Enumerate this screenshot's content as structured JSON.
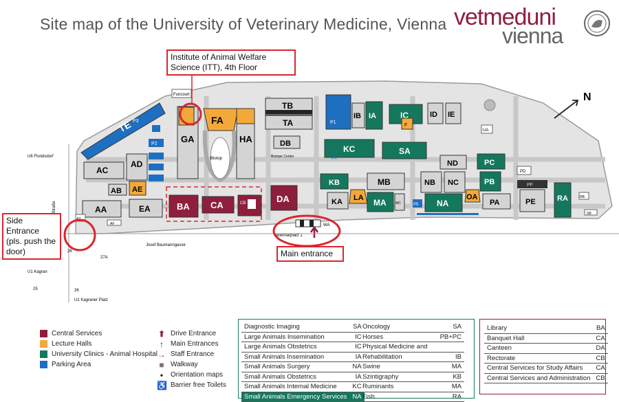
{
  "header": {
    "title": "Site map of the University of Veterinary Medicine, Vienna",
    "logo_line1": "vetmeduni",
    "logo_line2": "vienna"
  },
  "colors": {
    "central": "#8e1f3c",
    "lecture": "#f3a93a",
    "clinic": "#15785e",
    "parking": "#1f6fc1",
    "walkway": "#c8c8c8",
    "callout": "#d8262e"
  },
  "callouts": {
    "institute": "Institute of Animal Welfare Science (ITT), 4th Floor",
    "side_entrance": "Side Entrance (pls. push the door)",
    "main_entrance": "Main entrance"
  },
  "map": {
    "north": "N",
    "streets": {
      "funcourt": "Funcourt",
      "biotop": "Biotop",
      "biotope_center": "Biotope Center",
      "veterinarplatz": "Veterinärplatz 1",
      "baumann": "Josef Baumanngasse",
      "donaufelder": "Donaufelder Straße",
      "u6": "U6 Floridsdorf",
      "u1_kagran": "U1 Kagran",
      "u1_kagraner_platz": "U1 Kagraner Platz",
      "bus27": "27A",
      "bus25": "25",
      "bus26a": "26",
      "bus26b": "26"
    },
    "buildings": {
      "TE": "TE",
      "P3": "P3",
      "P2": "P2",
      "P1": "P1",
      "P4": "P4",
      "P5": "P5",
      "GA": "GA",
      "FA": "FA",
      "HA": "HA",
      "TB": "TB",
      "TA": "TA",
      "DB": "DB",
      "IB": "IB",
      "IA": "IA",
      "IC": "IC",
      "ID": "ID",
      "IE": "IE",
      "F": "F",
      "UA": "UA",
      "KC": "KC",
      "SA": "SA",
      "ND": "ND",
      "PC": "PC",
      "PD": "PD",
      "NB": "NB",
      "NC": "NC",
      "PB": "PB",
      "PF": "PF",
      "RA": "RA",
      "RB": "RB",
      "KB": "KB",
      "MB": "MB",
      "KA": "KA",
      "LA": "LA",
      "MA": "MA",
      "MC": "MC",
      "NA": "NA",
      "OA": "OA",
      "PA": "PA",
      "PE": "PE",
      "DA": "DA",
      "WA": "WA",
      "AC": "AC",
      "AD": "AD",
      "AB": "AB",
      "AE": "AE",
      "AA": "AA",
      "EA": "EA",
      "AZ": "AZ",
      "AF": "AF",
      "BA": "BA",
      "CA": "CA",
      "CB": "CB",
      "SB": "SB"
    }
  },
  "legend": {
    "categories": [
      {
        "label": "Central Services",
        "color": "#8e1f3c"
      },
      {
        "label": "Lecture Halls",
        "color": "#f3a93a"
      },
      {
        "label": "University Clinics - Animal Hospital",
        "color": "#15785e"
      },
      {
        "label": "Parking Area",
        "color": "#1f6fc1"
      }
    ],
    "symbols": [
      {
        "icon": "drive-entrance-icon",
        "glyph": "🡑",
        "label": "Drive Entrance"
      },
      {
        "icon": "main-entrance-icon",
        "glyph": "↑",
        "label": "Main Entrances"
      },
      {
        "icon": "staff-entrance-icon",
        "glyph": "→",
        "label": "Staff Entrance"
      },
      {
        "icon": "walkway-icon",
        "glyph": "■",
        "label": "Walkway"
      },
      {
        "icon": "orientation-map-icon",
        "glyph": "•",
        "label": "Orientation maps"
      },
      {
        "icon": "wheelchair-icon",
        "glyph": "♿",
        "label": "Barrier free Toilets"
      }
    ]
  },
  "clinics_table": {
    "left": [
      {
        "name": "Diagnostic Imaging",
        "code": "SA"
      },
      {
        "name": "Large Animals Insemination",
        "code": "IC"
      },
      {
        "name": "Large Animals Obstetrics",
        "code": "IC"
      },
      {
        "name": "Small Animals Insemination",
        "code": "IA"
      },
      {
        "name": "Small Animals Surgery",
        "code": "NA"
      },
      {
        "name": "Small Animals Obstetrics",
        "code": "IA"
      },
      {
        "name": "Small Animals Internal Medicine",
        "code": "KC"
      },
      {
        "name": "Small Animals Emergency Services",
        "code": "NA"
      }
    ],
    "right": [
      {
        "name": "Oncology",
        "code": "SA"
      },
      {
        "name": "Horses",
        "code": "PB+PC"
      },
      {
        "name": "Physical Medicine and",
        "code": ""
      },
      {
        "name": "Rehabilitation",
        "code": "IB"
      },
      {
        "name": "Swine",
        "code": "MA"
      },
      {
        "name": "Szintigraphy",
        "code": "KB"
      },
      {
        "name": "Ruminants",
        "code": "MA"
      },
      {
        "name": "Fish",
        "code": "RA"
      }
    ]
  },
  "services_table": [
    {
      "name": "Library",
      "code": "BA"
    },
    {
      "name": "Banquet Hall",
      "code": "CA"
    },
    {
      "name": "Canteen",
      "code": "DA"
    },
    {
      "name": "Rectorate",
      "code": "CB"
    },
    {
      "name": "Central Services for Study Affairs",
      "code": "CA"
    },
    {
      "name": "Central Services and Administration",
      "code": "CB"
    }
  ]
}
